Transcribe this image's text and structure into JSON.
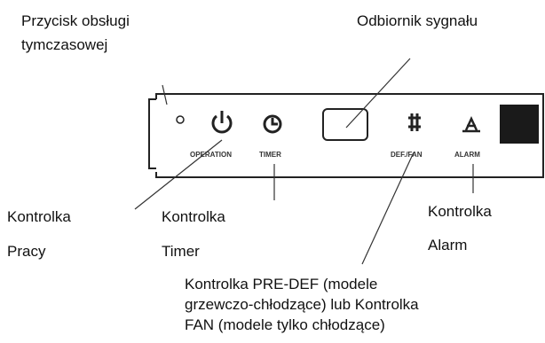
{
  "callouts": {
    "temp_button": [
      "Przycisk obsługi",
      "tymczasowej"
    ],
    "receiver": "Odbiornik sygnału",
    "operation_lamp": [
      "Kontrolka",
      "Pracy"
    ],
    "timer_lamp": [
      "Kontrolka",
      "Timer"
    ],
    "alarm_lamp": [
      "Kontrolka",
      "Alarm"
    ],
    "predef_fan_lamp": [
      "Kontrolka PRE-DEF (modele",
      "grzewczo-chłodzące) lub Kontrolka",
      "FAN (modele tylko chłodzące)"
    ]
  },
  "panel_labels": {
    "operation": "OPERATION",
    "timer": "TIMER",
    "def_fan": "DEF./FAN",
    "alarm": "ALARM"
  }
}
